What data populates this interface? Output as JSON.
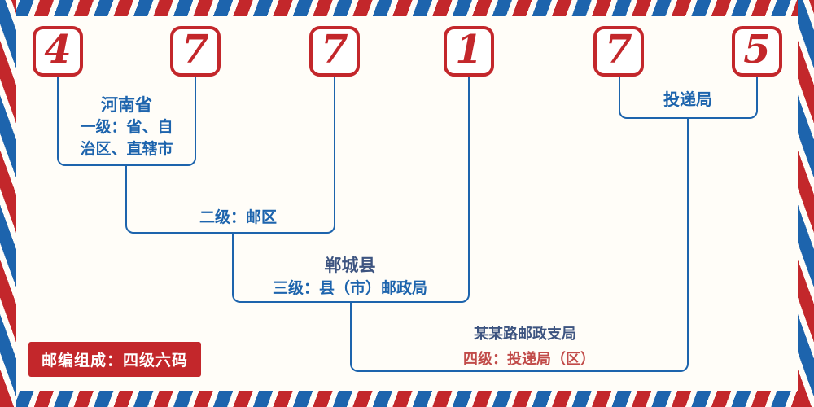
{
  "colors": {
    "bg": "#fffdf8",
    "red": "#c3272b",
    "blue": "#1d64ad",
    "navy": "#3d5480",
    "rose": "#c14b49",
    "white": "#ffffff"
  },
  "postal_code": "477175",
  "digits": [
    "4",
    "7",
    "7",
    "1",
    "7",
    "5"
  ],
  "labels": {
    "province": "河南省",
    "level1_line1": "一级：省、自",
    "level1_line2": "治区、直辖市",
    "level2": "二级：邮区",
    "county": "郸城县",
    "level3": "三级：县（市）邮政局",
    "branch": "某某路邮政支局",
    "level4": "四级：投递局（区）",
    "delivery_office": "投递局",
    "badge": "邮编组成：四级六码"
  }
}
